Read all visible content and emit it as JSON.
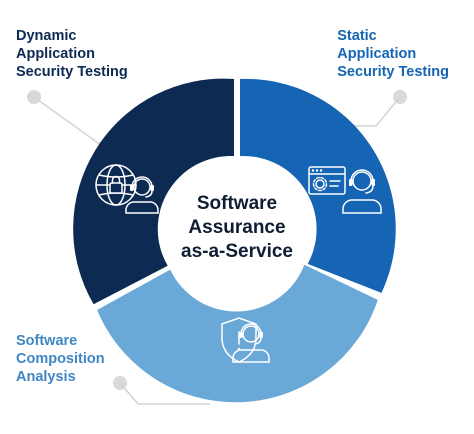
{
  "center": {
    "line1": "Software",
    "line2": "Assurance",
    "line3": "as-a-Service"
  },
  "segments": {
    "dast": {
      "color": "#0d2a52",
      "icon": "globe-lock-headset-agent-icon",
      "label_lines": [
        "Dynamic",
        "Application",
        "Security Testing"
      ]
    },
    "sast": {
      "color": "#1565b4",
      "icon": "browser-gear-headset-agent-icon",
      "label_lines": [
        "Static",
        "Application",
        "Security Testing"
      ]
    },
    "sca": {
      "color": "#6aa8d8",
      "icon": "shield-alert-headset-agent-icon",
      "label_lines": [
        "Software",
        "Composition",
        "Analysis"
      ]
    }
  },
  "colors": {
    "connector": "#d4d4d4",
    "center_fill": "#ffffff",
    "icon_stroke": "#ffffff"
  }
}
